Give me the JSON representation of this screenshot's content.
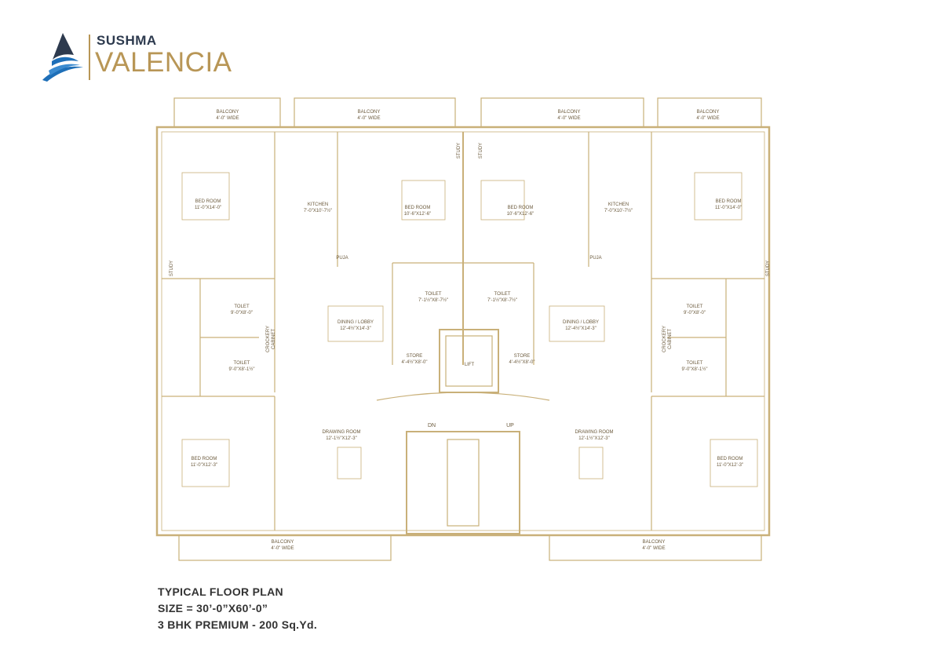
{
  "brand": {
    "name_top": "SUSHMA",
    "name_main": "VALENCIA",
    "logo_icon": "triangle-wave-logo",
    "colors": {
      "navy": "#2d3a4e",
      "blue": "#1e6fb8",
      "gold": "#b89656"
    }
  },
  "plan": {
    "line_color": "#c9b079",
    "labels": {
      "balcony_tl": "BALCONY",
      "balcony_tl_size": "4'-0\" WIDE",
      "balcony_tc1": "BALCONY",
      "balcony_tc1_size": "4'-0\" WIDE",
      "balcony_tc2": "BALCONY",
      "balcony_tc2_size": "4'-0\" WIDE",
      "balcony_tr": "BALCONY",
      "balcony_tr_size": "4'-0\" WIDE",
      "balcony_bl": "BALCONY",
      "balcony_bl_size": "4'-0\" WIDE",
      "balcony_br": "BALCONY",
      "balcony_br_size": "4'-0\" WIDE",
      "bed_tl": "BED ROOM",
      "bed_tl_size": "11'-0\"X14'-0\"",
      "bed_cl": "BED ROOM",
      "bed_cl_size": "10'-6\"X12'-6\"",
      "bed_cr": "BED ROOM",
      "bed_cr_size": "10'-6\"X12'-6\"",
      "bed_tr": "BED ROOM",
      "bed_tr_size": "11'-0\"X14'-0\"",
      "bed_bl": "BED ROOM",
      "bed_bl_size": "11'-0\"X12'-3\"",
      "bed_br": "BED ROOM",
      "bed_br_size": "11'-0\"X12'-3\"",
      "kitchen_l": "KITCHEN",
      "kitchen_l_size": "7'-0\"X10'-7½\"",
      "kitchen_r": "KITCHEN",
      "kitchen_r_size": "7'-0\"X10'-7½\"",
      "puja_l": "PUJA",
      "puja_r": "PUJA",
      "study_l": "STUDY",
      "study_cl": "STUDY",
      "study_cr": "STUDY",
      "study_r": "STUDY",
      "toilet_cl": "TOILET",
      "toilet_cl_size": "7'-1½\"X8'-7½\"",
      "toilet_cr": "TOILET",
      "toilet_cr_size": "7'-1½\"X8'-7½\"",
      "tolet_l": "TOLET",
      "tolet_l_size": "9'-0\"X8'-0\"",
      "toilet_l": "TOILET",
      "toilet_l_size": "9'-0\"X8'-1½\"",
      "toilet_r1": "TOILET",
      "toilet_r1_size": "9'-0\"X8'-0\"",
      "toilet_r2": "TOILET",
      "toilet_r2_size": "9'-0\"X8'-1½\"",
      "crockery_l": "CROCKERY",
      "cabinet_l": "CABINET",
      "crockery_r": "CROCKERY",
      "cabinet_r": "CABINET",
      "dining_l": "DINING / LOBBY",
      "dining_l_size": "12'-4½\"X14'-3\"",
      "dining_r": "DINING / LOBBY",
      "dining_r_size": "12'-4½\"X14'-3\"",
      "store_l": "STORE",
      "store_l_size": "4'-4½\"X8'-0\"",
      "store_r": "STORE",
      "store_r_size": "4'-4½\"X8'-0\"",
      "lift": "LIFT",
      "dn": "DN",
      "up": "UP",
      "drawing_l": "DRAWING ROOM",
      "drawing_l_size": "12'-1½\"X12'-3\"",
      "drawing_r": "DRAWING ROOM",
      "drawing_r_size": "12'-1½\"X12'-3\""
    }
  },
  "caption": {
    "line1": "TYPICAL FLOOR PLAN",
    "line2": "SIZE = 30’-0”X60’-0”",
    "line3": "3 BHK PREMIUM - 200 Sq.Yd."
  }
}
